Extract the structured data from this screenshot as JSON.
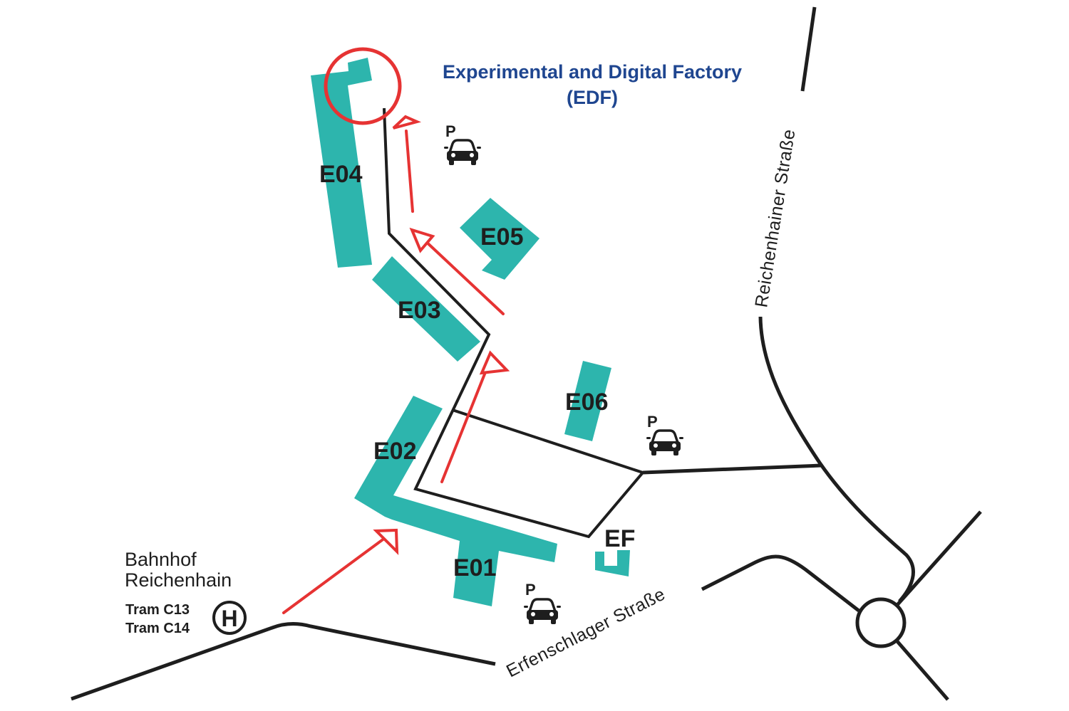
{
  "title": {
    "line1": "Experimental and Digital Factory",
    "line2": "(EDF)",
    "color": "#1f4690"
  },
  "colors": {
    "building": "#2db5ad",
    "route": "#e63333",
    "road": "#1e1e1e"
  },
  "buildings": {
    "e01": "E01",
    "e02": "E02",
    "e03": "E03",
    "e04": "E04",
    "e05": "E05",
    "e06": "E06",
    "ef": "EF"
  },
  "streets": {
    "reichenhainer": "Reichenhainer Straße",
    "erfenschlager": "Erfenschlager Straße"
  },
  "station": {
    "line1": "Bahnhof",
    "line2": "Reichenhain",
    "tram1": "Tram C13",
    "tram2": "Tram C14",
    "stop_symbol": "H",
    "icon": "bus-stop-icon"
  },
  "parking": {
    "label": "P",
    "icon": "car-icon"
  },
  "target": {
    "icon": "target-circle-icon"
  }
}
